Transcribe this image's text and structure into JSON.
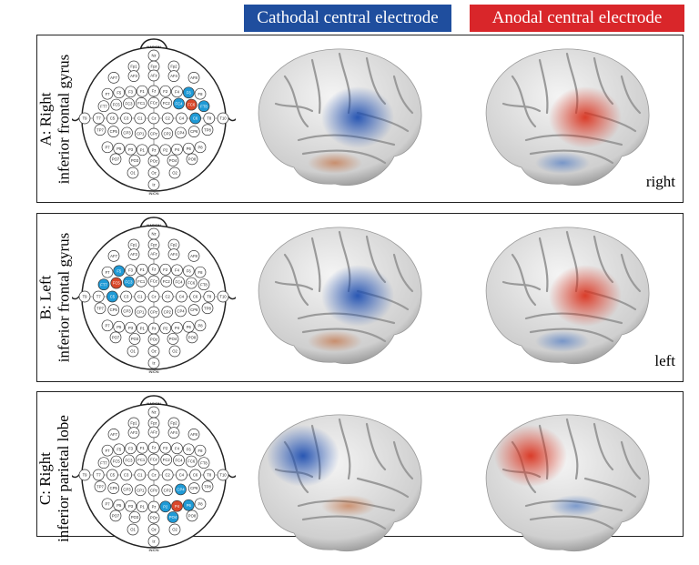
{
  "headers": {
    "cathodal": "Cathodal central electrode",
    "anodal": "Anodal central electrode"
  },
  "colors": {
    "cathodal": "#1f9ad6",
    "anodal": "#d9482a",
    "cathodal_header": "#1f4e9e",
    "anodal_header": "#d9262a"
  },
  "montage": {
    "nasion": "NASION",
    "inion": "INION",
    "rows": [
      [
        "Nz"
      ],
      [
        "Fp1",
        "Fpz",
        "Fp2"
      ],
      [
        "AF7",
        "AF3",
        "AFz",
        "AF4",
        "AF8"
      ],
      [
        "F7",
        "F5",
        "F3",
        "F1",
        "Fz",
        "F2",
        "F4",
        "F6",
        "F8"
      ],
      [
        "FT7",
        "FC5",
        "FC3",
        "FC1",
        "FCz",
        "FC2",
        "FC4",
        "FC6",
        "FT8"
      ],
      [
        "T9",
        "T7",
        "C5",
        "C3",
        "C1",
        "Cz",
        "C2",
        "C4",
        "C6",
        "T8",
        "T10"
      ],
      [
        "TP7",
        "CP5",
        "CP3",
        "CP1",
        "CPz",
        "CP2",
        "CP4",
        "CP6",
        "TP8"
      ],
      [
        "P7",
        "P5",
        "P3",
        "P1",
        "Pz",
        "P2",
        "P4",
        "P6",
        "P8"
      ],
      [
        "PO7",
        "PO3",
        "POz",
        "PO4",
        "PO8"
      ],
      [
        "O1",
        "Oz",
        "O2"
      ],
      [
        "Iz"
      ]
    ]
  },
  "panels": [
    {
      "label_line1": "A: Right",
      "label_line2": "inferior frontal gyrus",
      "hemisphere": "right",
      "anode": "FC6",
      "cathodes": [
        "F6",
        "FC4",
        "FT8",
        "C6"
      ]
    },
    {
      "label_line1": "B: Left",
      "label_line2": "inferior frontal gyrus",
      "hemisphere": "left",
      "anode": "FC5",
      "cathodes": [
        "F5",
        "FT7",
        "FC3",
        "C5"
      ]
    },
    {
      "label_line1": "C: Right",
      "label_line2": "inferior parietal lobe",
      "hemisphere": "",
      "anode": "P4",
      "cathodes": [
        "CP4",
        "P2",
        "P6",
        "PO4"
      ]
    }
  ]
}
